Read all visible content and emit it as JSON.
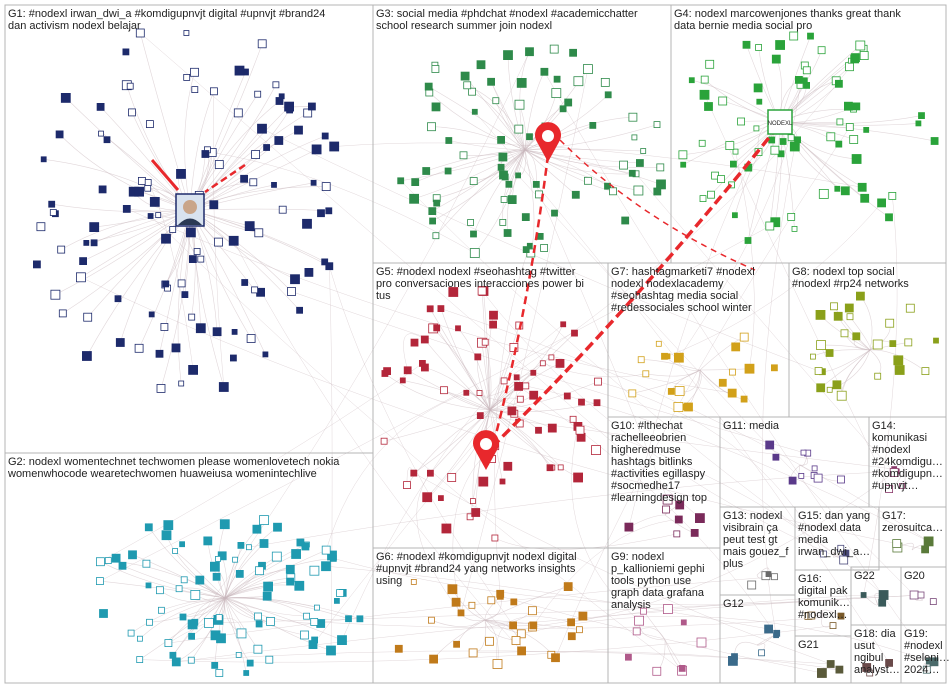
{
  "groups": [
    {
      "id": "G1",
      "label": "G1: #nodexl irwan_dwi_a #komdigupnvjt digital #upnvjt #brand24\ndan activism nodexl belajar",
      "color": "#1d2a6b"
    },
    {
      "id": "G2",
      "label": "G2: nodexl womentechnet techwomen please womenlovetech nokia\nwomenwhocode wearetechwomen huaweiusa womenintechlive",
      "color": "#1f9ab0"
    },
    {
      "id": "G3",
      "label": "G3: social media #phdchat #nodexl #academicchatter\nschool research summer join nodexl",
      "color": "#2e8a4a"
    },
    {
      "id": "G4",
      "label": "G4: nodexl marcowenjones thanks great thank\ndata bernie media social pro",
      "color": "#2aa33a"
    },
    {
      "id": "G5",
      "label": "G5: #nodexl nodexl #seohashtag #twitter\npro conversaciones interacciones power bi\ntus",
      "color": "#b3263a"
    },
    {
      "id": "G6",
      "label": "G6: #nodexl #komdigupnvjt nodexl digital\n#upnvjt #brand24 yang networks insights\nusing",
      "color": "#c07a1a"
    },
    {
      "id": "G7",
      "label": "G7: hashtagmarketi7 #nodexl\nnodexl nodexlacademy\n#seohashtag media social\n#redessociales school winter",
      "color": "#d2a11a"
    },
    {
      "id": "G8",
      "label": "G8: nodexl top social\n#nodexl #rp24 networks",
      "color": "#8aa01a"
    },
    {
      "id": "G9",
      "label": "G9: nodexl\np_kallioniemi gephi\ntools python use\ngraph data grafana\nanalysis",
      "color": "#b05a8a"
    },
    {
      "id": "G10",
      "label": "G10: #lthechat\nrachelleeobrien\nhigheredmuse\nhashtags bitlinks\n#activities egillaspy\n#socmedhe17\n#learningdesign top",
      "color": "#7a2a5a"
    },
    {
      "id": "G11",
      "label": "G11: media",
      "color": "#5a3a8a"
    },
    {
      "id": "G12",
      "label": "G12",
      "color": "#3a6a8a"
    },
    {
      "id": "G13",
      "label": "G13: nodexl\nvisibrain ça\npeut test gt\nmais gouez_f\nplus",
      "color": "#6a6a6a"
    },
    {
      "id": "G14",
      "label": "G14:\nkomunikasi\n#nodexl\n#24komdigu…\n#komdigupn…\n#upnvjt…",
      "color": "#8a3a6a"
    },
    {
      "id": "G15",
      "label": "G15: dan yang\n#nodexl data\nmedia\nirwan_dwi_a…",
      "color": "#4a4a7a"
    },
    {
      "id": "G16",
      "label": "G16:\ndigital pak\nkomunik…\n#nodexl…",
      "color": "#7a5a2a"
    },
    {
      "id": "G17",
      "label": "G17:\nzerosuitca…",
      "color": "#5a7a3a"
    },
    {
      "id": "G18",
      "label": "G18: dia\nusut\nngibul\nanalyst…",
      "color": "#6a4a4a"
    },
    {
      "id": "G19",
      "label": "G19:\n#nodexl\n#seleni…\n2024…",
      "color": "#4a6a6a"
    },
    {
      "id": "G20",
      "label": "G20",
      "color": "#7a4a7a"
    },
    {
      "id": "G21",
      "label": "G21",
      "color": "#5a5a3a"
    },
    {
      "id": "G22",
      "label": "G22",
      "color": "#3a5a5a"
    }
  ],
  "hubs": [
    {
      "id": "irwan_dwi_a",
      "group": "G1"
    },
    {
      "id": "nodexl",
      "group": "G4",
      "badge": "NODEXL"
    }
  ],
  "colors": {
    "group_border": "#b4b4b4",
    "highlight_edge": "#e8282c",
    "edge": "#c8b6bc",
    "background": "#ffffff"
  }
}
